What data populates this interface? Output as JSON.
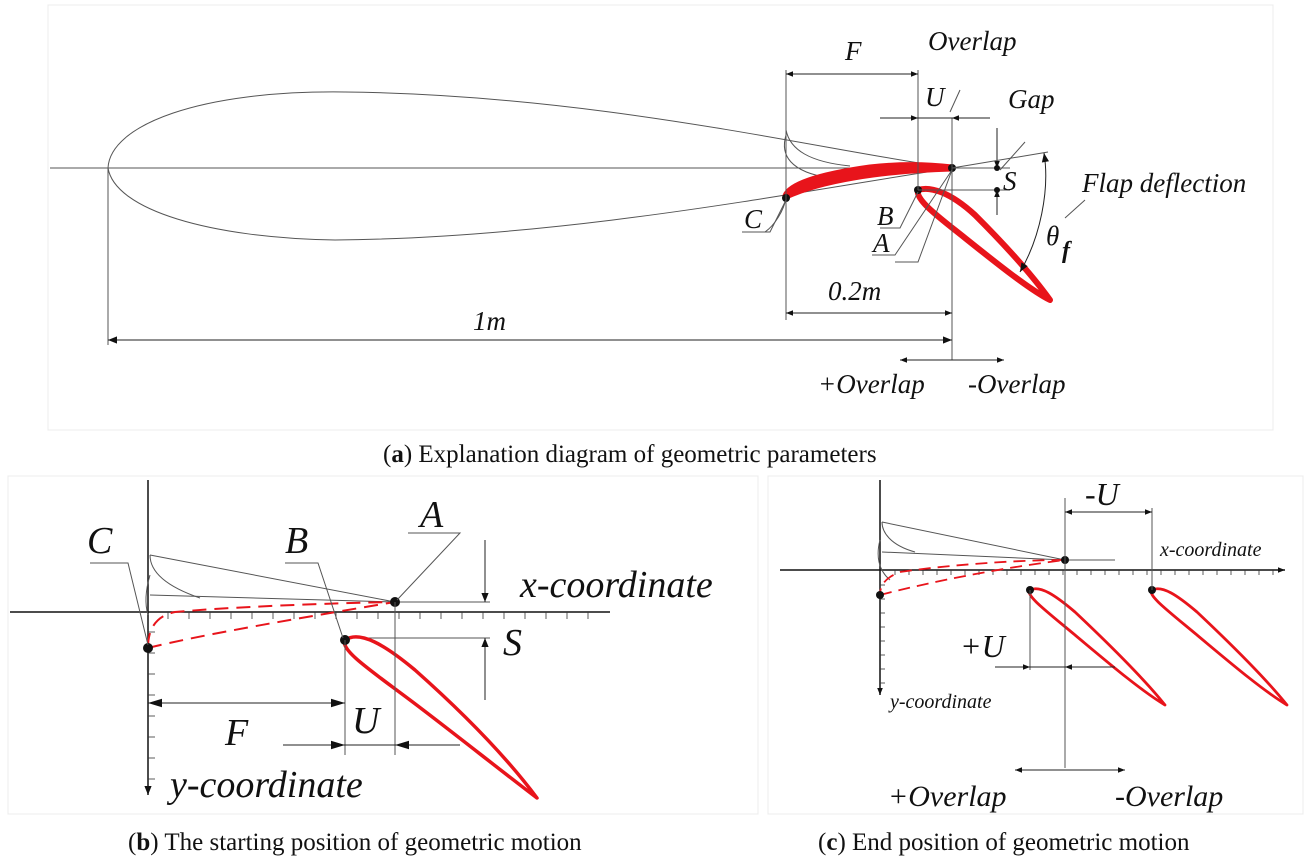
{
  "panel_a": {
    "caption_letter": "a",
    "caption_text": ") Explanation diagram of geometric parameters",
    "labels": {
      "F": "F",
      "overlap": "Overlap",
      "U": "U",
      "gap": "Gap",
      "S": "S",
      "flap_deflection": "Flap deflection",
      "theta": "θ",
      "theta_sub": "f",
      "C": "C",
      "B": "B",
      "A": "A",
      "dim_02m": "0.2m",
      "dim_1m": "1m",
      "plus_overlap": "+Overlap",
      "minus_overlap": "-Overlap"
    }
  },
  "panel_b": {
    "caption_letter": "b",
    "caption_text": ") The starting position of geometric motion",
    "labels": {
      "C": "C",
      "B": "B",
      "A": "A",
      "x_axis": "x-coordinate",
      "y_axis": "y-coordinate",
      "S": "S",
      "F": "F",
      "U": "U"
    }
  },
  "panel_c": {
    "caption_letter": "c",
    "caption_text": ") End position of geometric motion",
    "labels": {
      "minus_U": "-U",
      "x_axis": "x-coordinate",
      "plus_U": "+U",
      "y_axis": "y-coordinate",
      "plus_overlap": "+Overlap",
      "minus_overlap": "-Overlap"
    }
  },
  "colors": {
    "flap": "#e8141b",
    "line": "#555555",
    "text": "#111111"
  }
}
